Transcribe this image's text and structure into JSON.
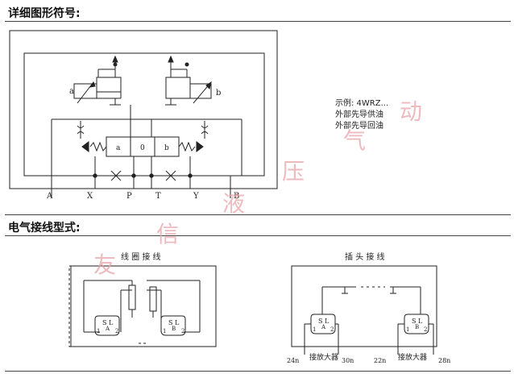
{
  "sections": {
    "symbol_title": "详细图形符号:",
    "wiring_title": "电气接线型式:"
  },
  "note": {
    "line1": "示例: 4WRZ...",
    "line2": "外部先导供油",
    "line3": "外部先导回油"
  },
  "symbol": {
    "solenoid_a": "a",
    "solenoid_b": "b",
    "spool_left": "a",
    "spool_mid": "0",
    "spool_right": "b",
    "ports": [
      "A",
      "X",
      "P",
      "T",
      "Y",
      "B"
    ]
  },
  "wiring_left": {
    "title": "线 圈 接 线",
    "coil_left_label": "S L",
    "coil_left_sub": "A",
    "coil_right_label": "S L",
    "coil_right_sub": "B",
    "pin1": "1",
    "pin2": "2"
  },
  "wiring_right": {
    "title": "插 头 接 线",
    "coil_left_label": "S L",
    "coil_left_sub": "A",
    "coil_right_label": "S L",
    "coil_right_sub": "B",
    "pin1": "1",
    "pin2": "2",
    "amp_left": "接放大器",
    "amp_right": "接放大器",
    "terms": [
      "24n",
      "30n",
      "22n",
      "28n"
    ]
  },
  "watermark": [
    "友",
    "信",
    "液",
    "压",
    "气",
    "动"
  ]
}
